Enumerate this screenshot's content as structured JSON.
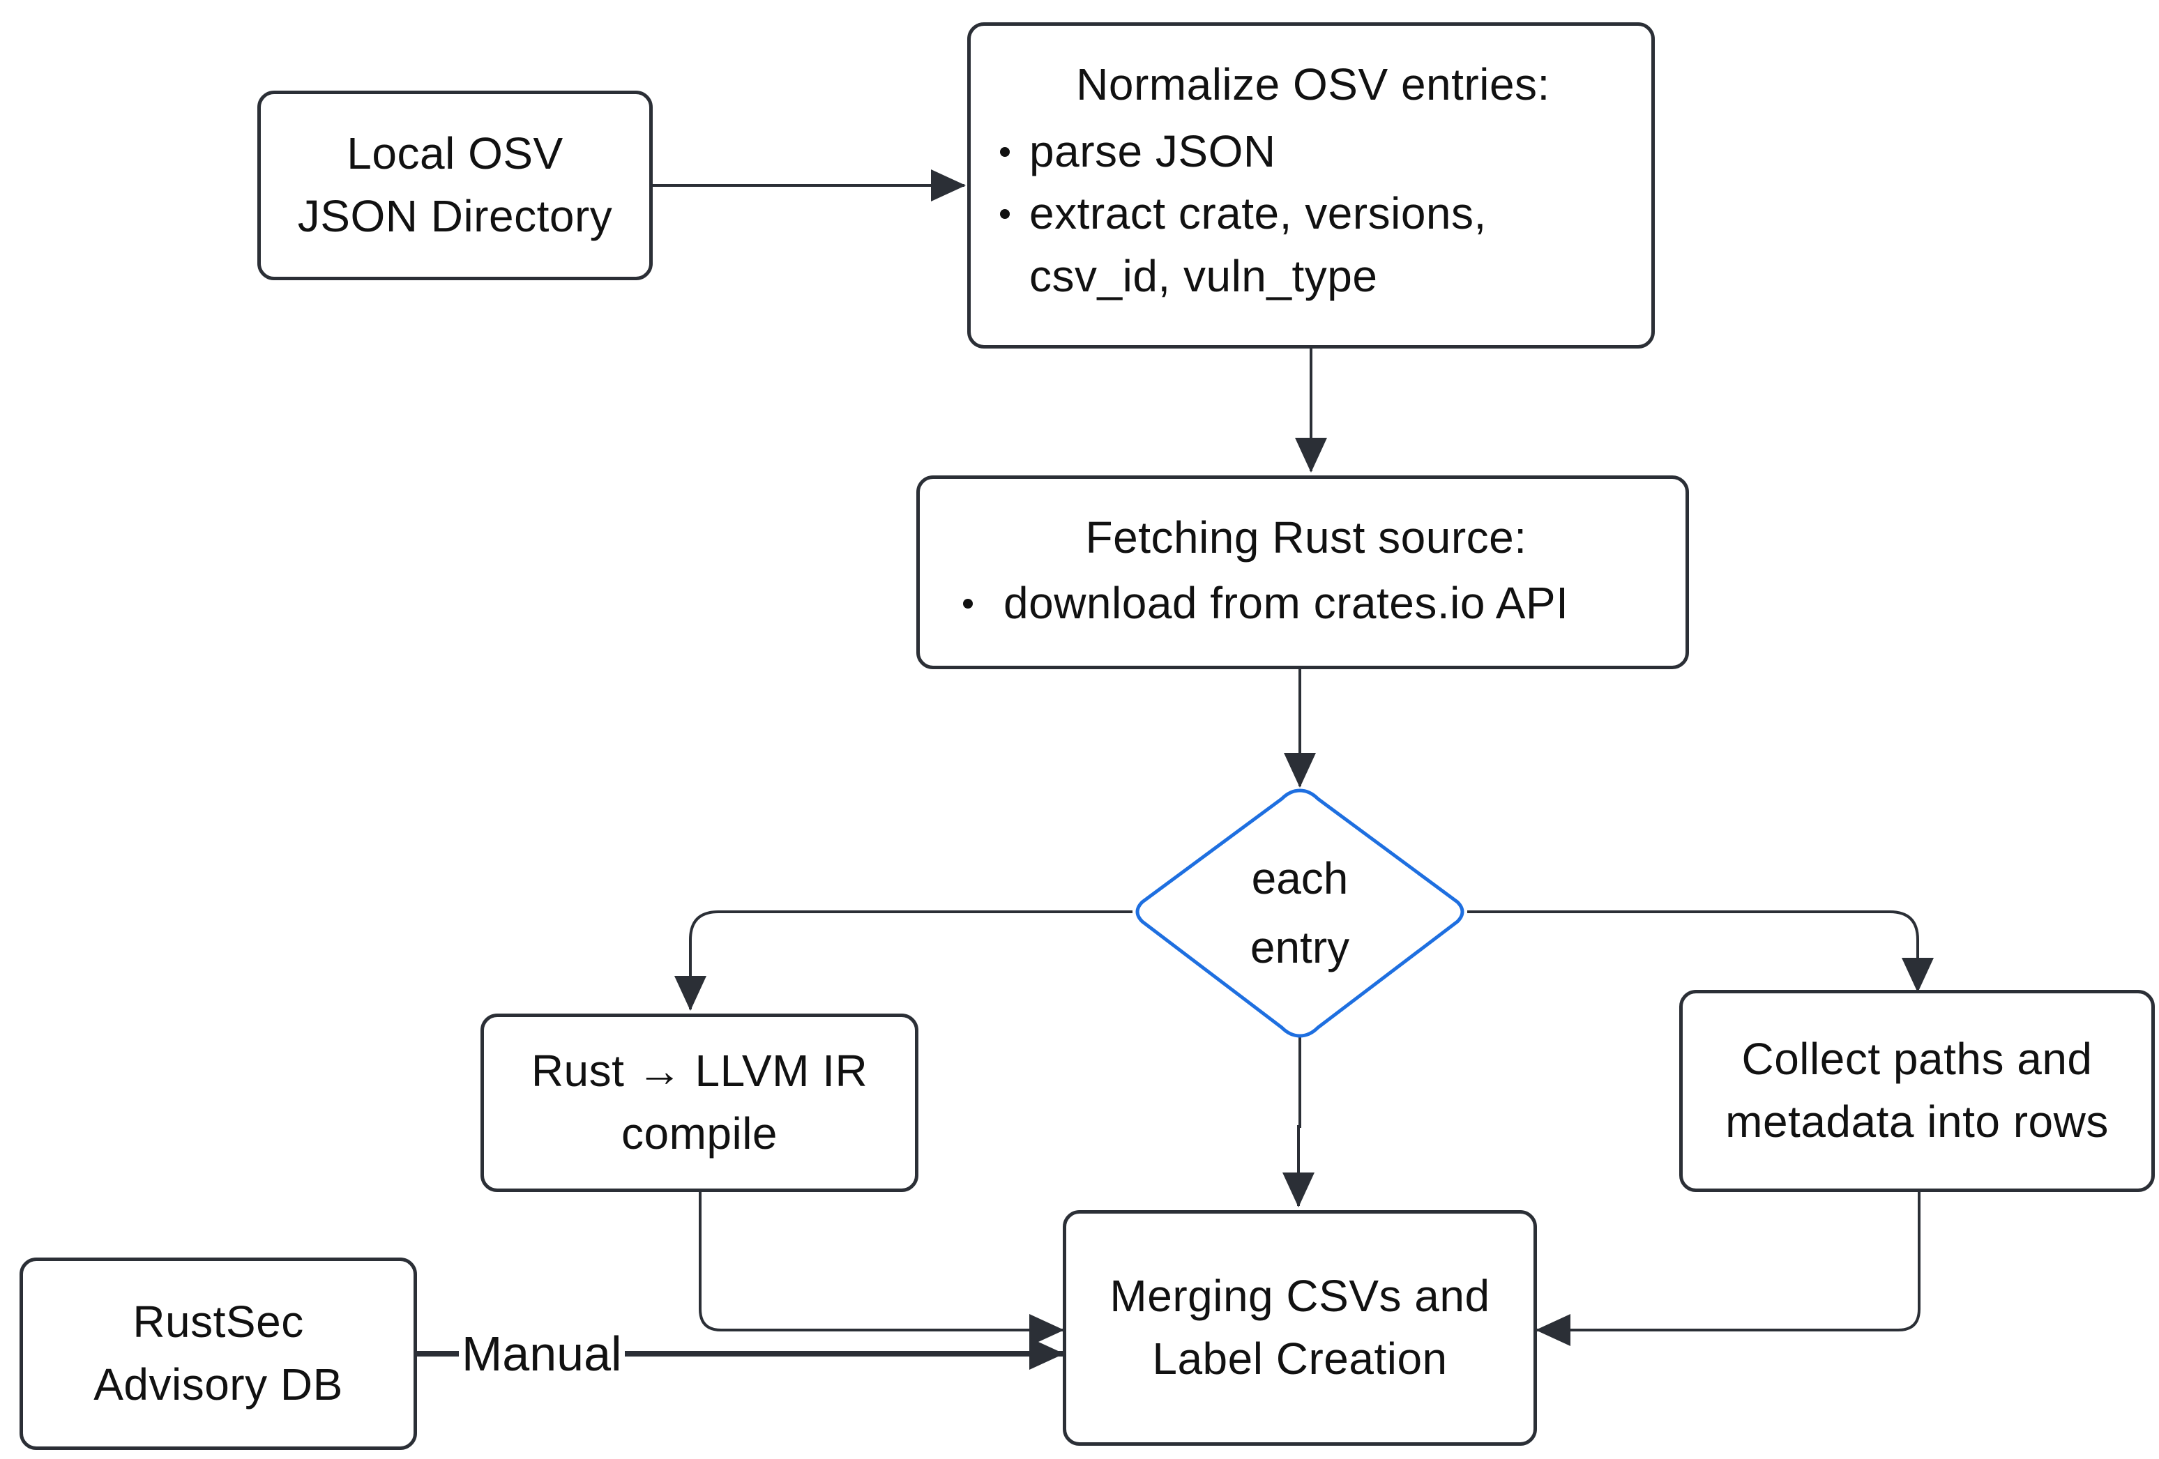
{
  "nodes": {
    "local_osv": {
      "lines": [
        "Local OSV",
        "JSON Directory"
      ]
    },
    "normalize": {
      "title": "Normalize OSV entries:",
      "bullets": [
        "parse JSON",
        "extract crate, versions,"
      ],
      "continuation": "csv_id, vuln_type"
    },
    "fetching": {
      "title": "Fetching Rust source:",
      "bullets": [
        "download from crates.io API"
      ]
    },
    "each_entry": {
      "lines": [
        "each",
        "entry"
      ]
    },
    "rust_llvm": {
      "lines": [
        "Rust → LLVM IR",
        "compile"
      ]
    },
    "collect": {
      "lines": [
        "Collect paths and",
        "metadata into rows"
      ]
    },
    "merging": {
      "lines": [
        "Merging CSVs and",
        "Label Creation"
      ]
    },
    "rustsec": {
      "lines": [
        "RustSec",
        "Advisory DB"
      ]
    }
  },
  "edges": {
    "manual_label": "Manual"
  },
  "colors": {
    "stroke": "#2b2f36",
    "decision_stroke": "#1e6fe0",
    "text": "#111111",
    "background": "#ffffff"
  }
}
